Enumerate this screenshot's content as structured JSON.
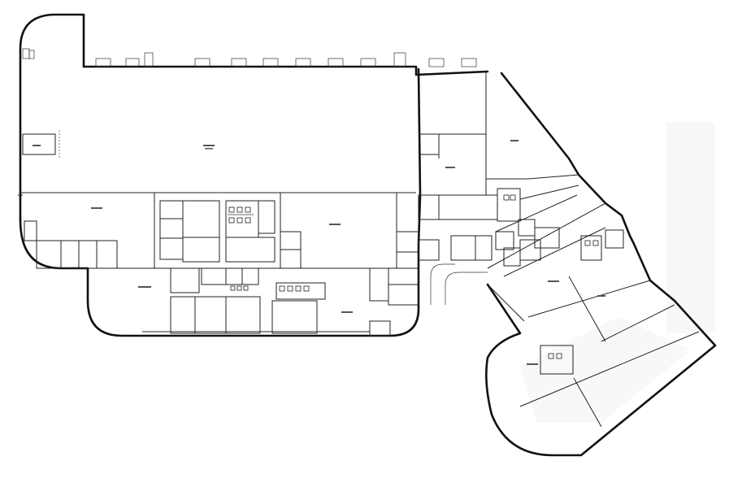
{
  "image": {
    "background": "#ffffff",
    "line_color": "#111111"
  },
  "floorplan": {
    "rooms": [
      {
        "id": "warehouse_main",
        "label": ""
      },
      {
        "id": "storage_nw",
        "label": ""
      },
      {
        "id": "mid_left",
        "label": ""
      },
      {
        "id": "mid_center",
        "label": ""
      },
      {
        "id": "east_bay",
        "label": ""
      },
      {
        "id": "diag_wing",
        "label": ""
      },
      {
        "id": "lower_wing",
        "label": ""
      },
      {
        "id": "south_block",
        "label": ""
      }
    ]
  }
}
